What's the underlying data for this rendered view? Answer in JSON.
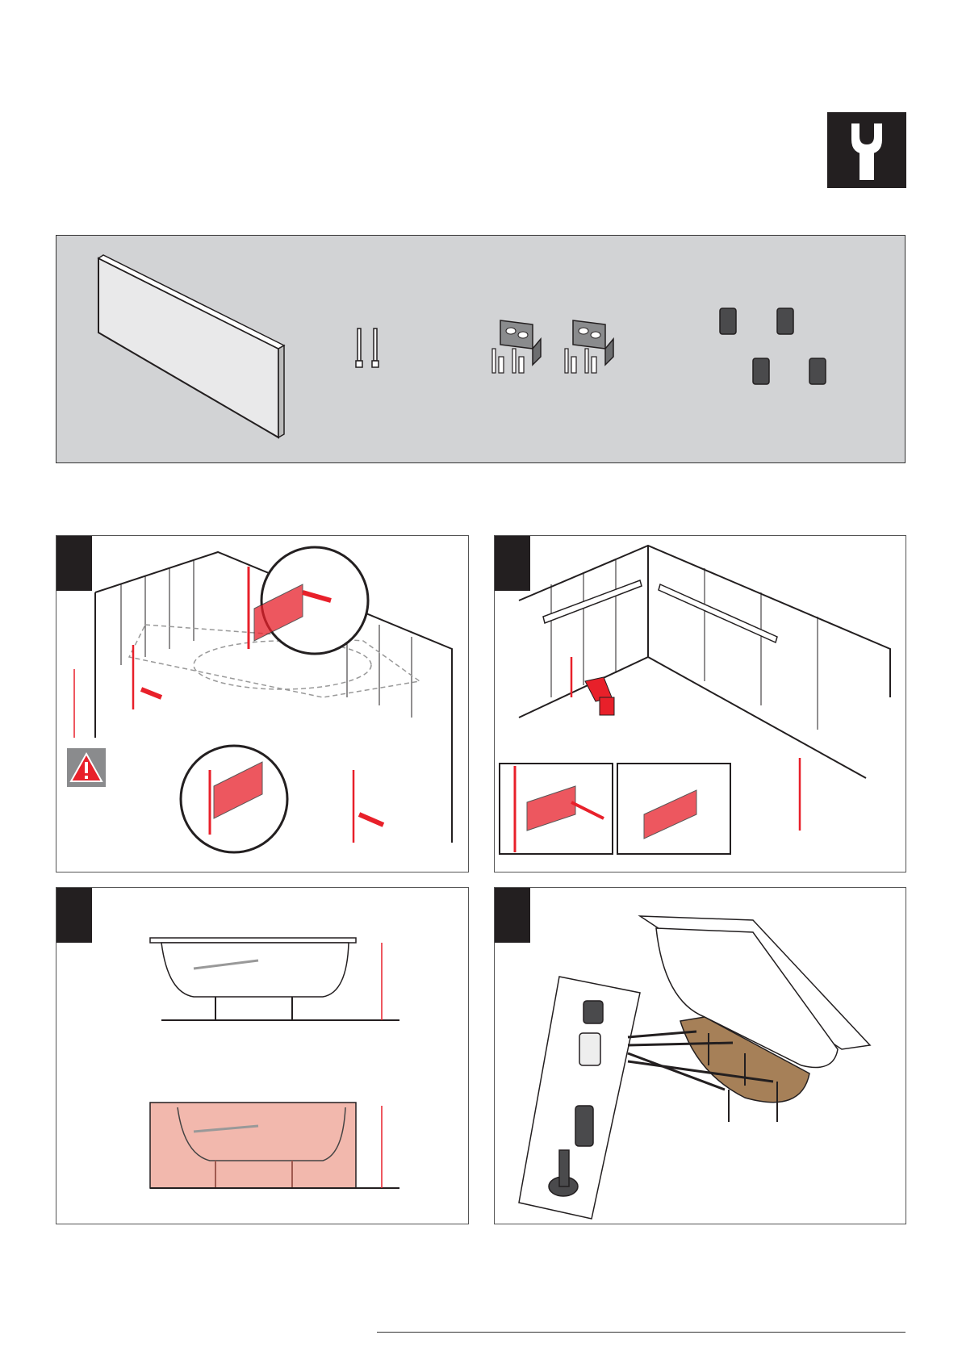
{
  "page": {
    "icon": "wrench-icon",
    "steps": [
      {
        "id": "step-1",
        "label": ""
      },
      {
        "id": "step-2",
        "label": ""
      },
      {
        "id": "step-3",
        "label": ""
      },
      {
        "id": "step-4",
        "label": ""
      }
    ]
  },
  "colors": {
    "accent": "#e8202a",
    "pink": "#f2b8ad",
    "parts_bg": "#d2d3d5",
    "dark": "#231f20",
    "tan": "#a68058"
  }
}
